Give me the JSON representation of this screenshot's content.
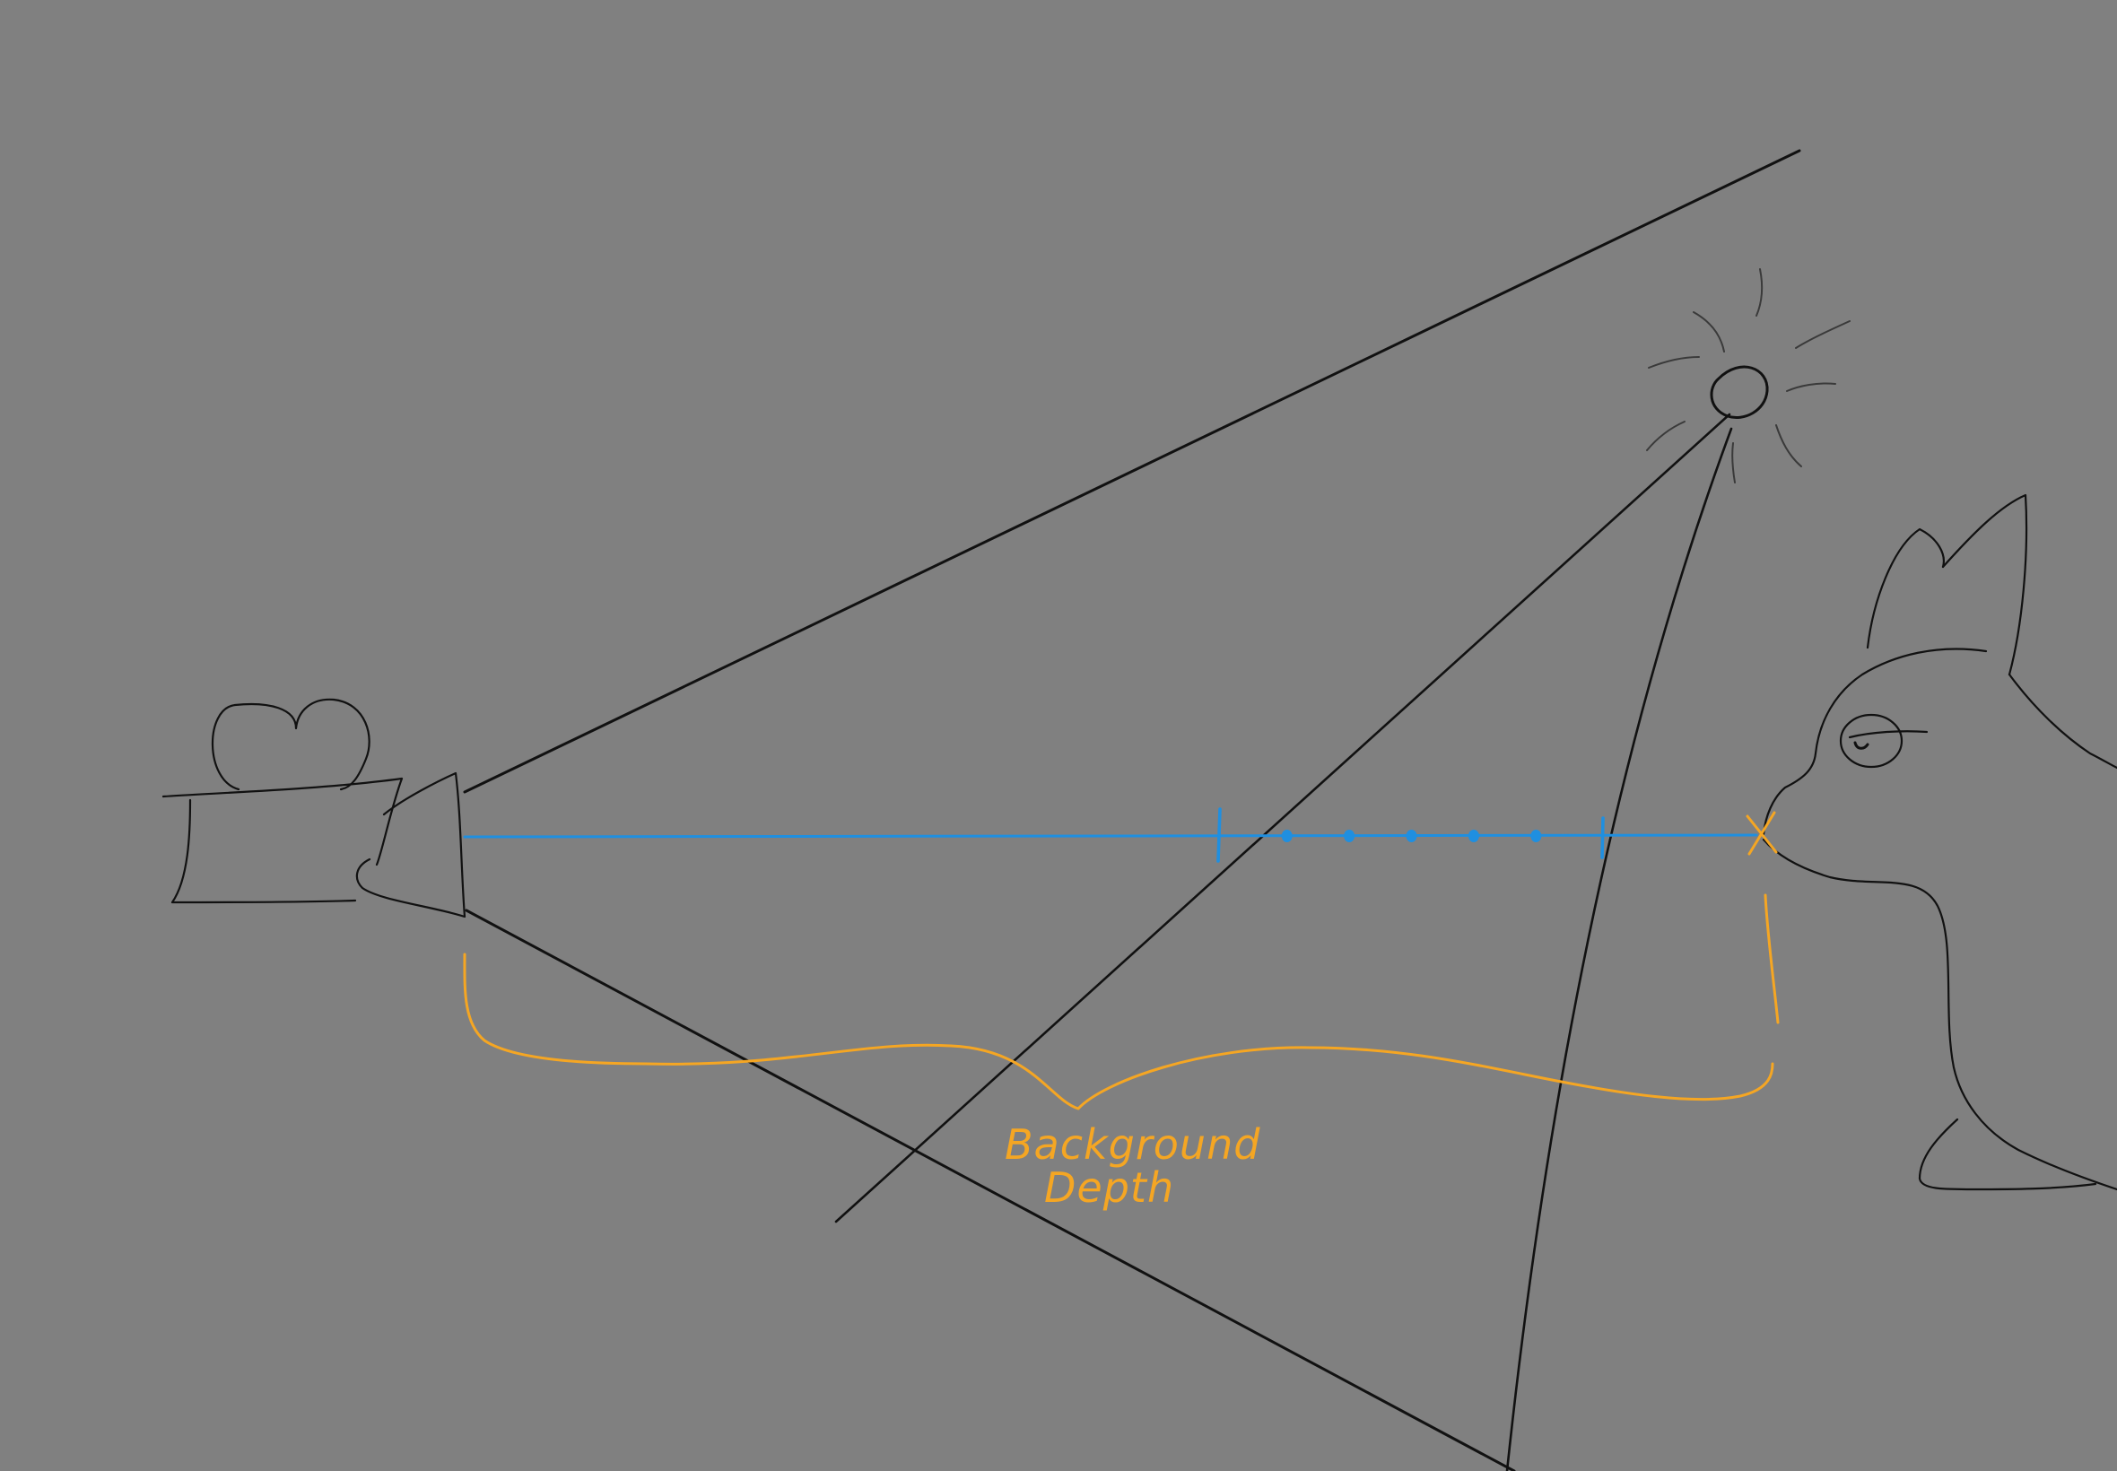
{
  "colors": {
    "background": "#808080",
    "ink": "#111111",
    "depth_axis": "#1f8fe0",
    "annotation": "#f5a623"
  },
  "annotation": {
    "line1": "Background",
    "line2": "Depth"
  },
  "icons": {
    "camera": "movie-camera-icon",
    "light": "light-bulb-icon",
    "subject": "rabbit-icon",
    "target": "x-mark-icon"
  },
  "depth_axis": {
    "intermediate_samples": 5
  }
}
